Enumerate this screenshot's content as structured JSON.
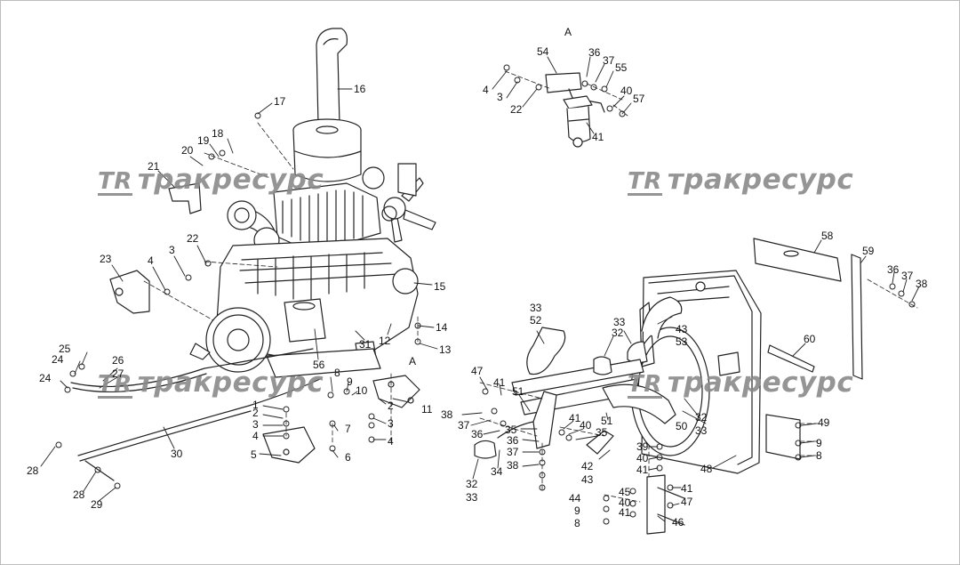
{
  "watermark": {
    "logo": "TR",
    "text": "тракресурс"
  },
  "view_label": "A",
  "callouts": [
    "16",
    "17",
    "18",
    "19",
    "20",
    "21",
    "22",
    "3",
    "4",
    "23",
    "15",
    "14",
    "13",
    "12",
    "11",
    "31",
    "56",
    "A",
    "2",
    "3",
    "4",
    "1",
    "2",
    "3",
    "4",
    "5",
    "6",
    "7",
    "8",
    "9",
    "10",
    "25",
    "24",
    "24",
    "26",
    "27",
    "30",
    "28",
    "28",
    "29",
    "A",
    "54",
    "36",
    "37",
    "55",
    "4",
    "3",
    "22",
    "40",
    "57",
    "41",
    "58",
    "59",
    "36",
    "37",
    "38",
    "60",
    "33",
    "52",
    "33",
    "43",
    "53",
    "32",
    "50",
    "32",
    "33",
    "47",
    "41",
    "38",
    "37",
    "36",
    "51",
    "35",
    "36",
    "37",
    "38",
    "32",
    "33",
    "34",
    "41",
    "40",
    "35",
    "51",
    "42",
    "43",
    "39",
    "40",
    "41",
    "44",
    "45",
    "41",
    "40",
    "9",
    "47",
    "8",
    "41",
    "46",
    "48",
    "49",
    "9",
    "8"
  ]
}
